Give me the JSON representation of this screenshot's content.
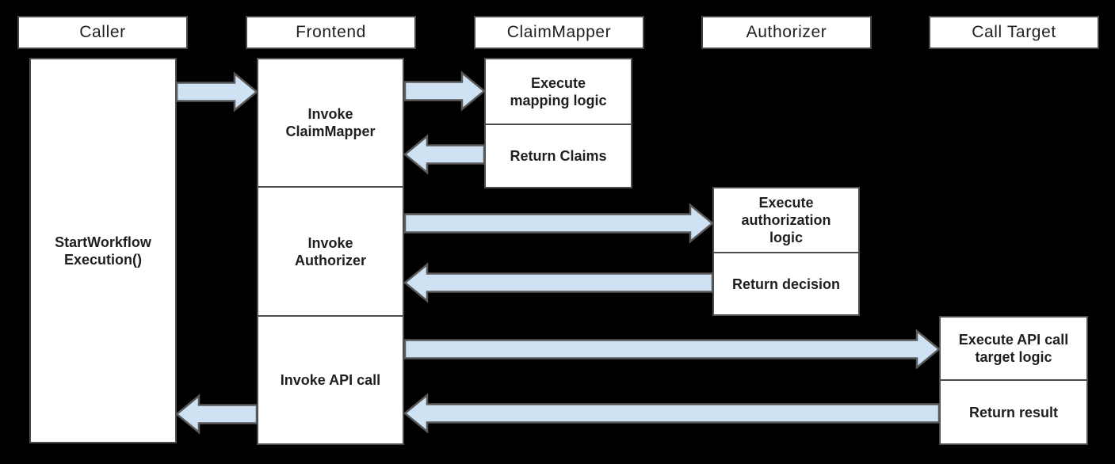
{
  "diagram": {
    "type": "sequence-flow",
    "background_color": "#000000",
    "box_fill_color": "#ffffff",
    "box_border_color": "#4d4d4d",
    "arrow_fill_color": "#cfe2f3",
    "arrow_border_color": "#595959",
    "text_color": "#1f1f1f"
  },
  "lanes": [
    {
      "header": "Caller",
      "boxes": [
        {
          "label": "StartWorkflow\nExecution()"
        }
      ]
    },
    {
      "header": "Frontend",
      "boxes": [
        {
          "label": "Invoke\nClaimMapper"
        },
        {
          "label": "Invoke\nAuthorizer"
        },
        {
          "label": "Invoke API call"
        }
      ]
    },
    {
      "header": "ClaimMapper",
      "boxes": [
        {
          "label": "Execute\nmapping logic"
        },
        {
          "label": "Return Claims"
        }
      ]
    },
    {
      "header": "Authorizer",
      "boxes": [
        {
          "label": "Execute\nauthorization\nlogic"
        },
        {
          "label": "Return decision"
        }
      ]
    },
    {
      "header": "Call Target",
      "boxes": [
        {
          "label": "Execute API call\ntarget logic"
        },
        {
          "label": "Return result"
        }
      ]
    }
  ],
  "flows": [
    {
      "from": "Caller",
      "to": "Frontend",
      "direction": "right",
      "step": "StartWorkflowExecution()"
    },
    {
      "from": "Frontend",
      "to": "ClaimMapper",
      "direction": "right",
      "step": "Invoke ClaimMapper"
    },
    {
      "from": "ClaimMapper",
      "to": "Frontend",
      "direction": "left",
      "step": "Return Claims"
    },
    {
      "from": "Frontend",
      "to": "Authorizer",
      "direction": "right",
      "step": "Invoke Authorizer"
    },
    {
      "from": "Authorizer",
      "to": "Frontend",
      "direction": "left",
      "step": "Return decision"
    },
    {
      "from": "Frontend",
      "to": "Call Target",
      "direction": "right",
      "step": "Invoke API call"
    },
    {
      "from": "Call Target",
      "to": "Frontend",
      "direction": "left",
      "step": "Return result"
    },
    {
      "from": "Frontend",
      "to": "Caller",
      "direction": "left",
      "step": "Return result"
    }
  ]
}
